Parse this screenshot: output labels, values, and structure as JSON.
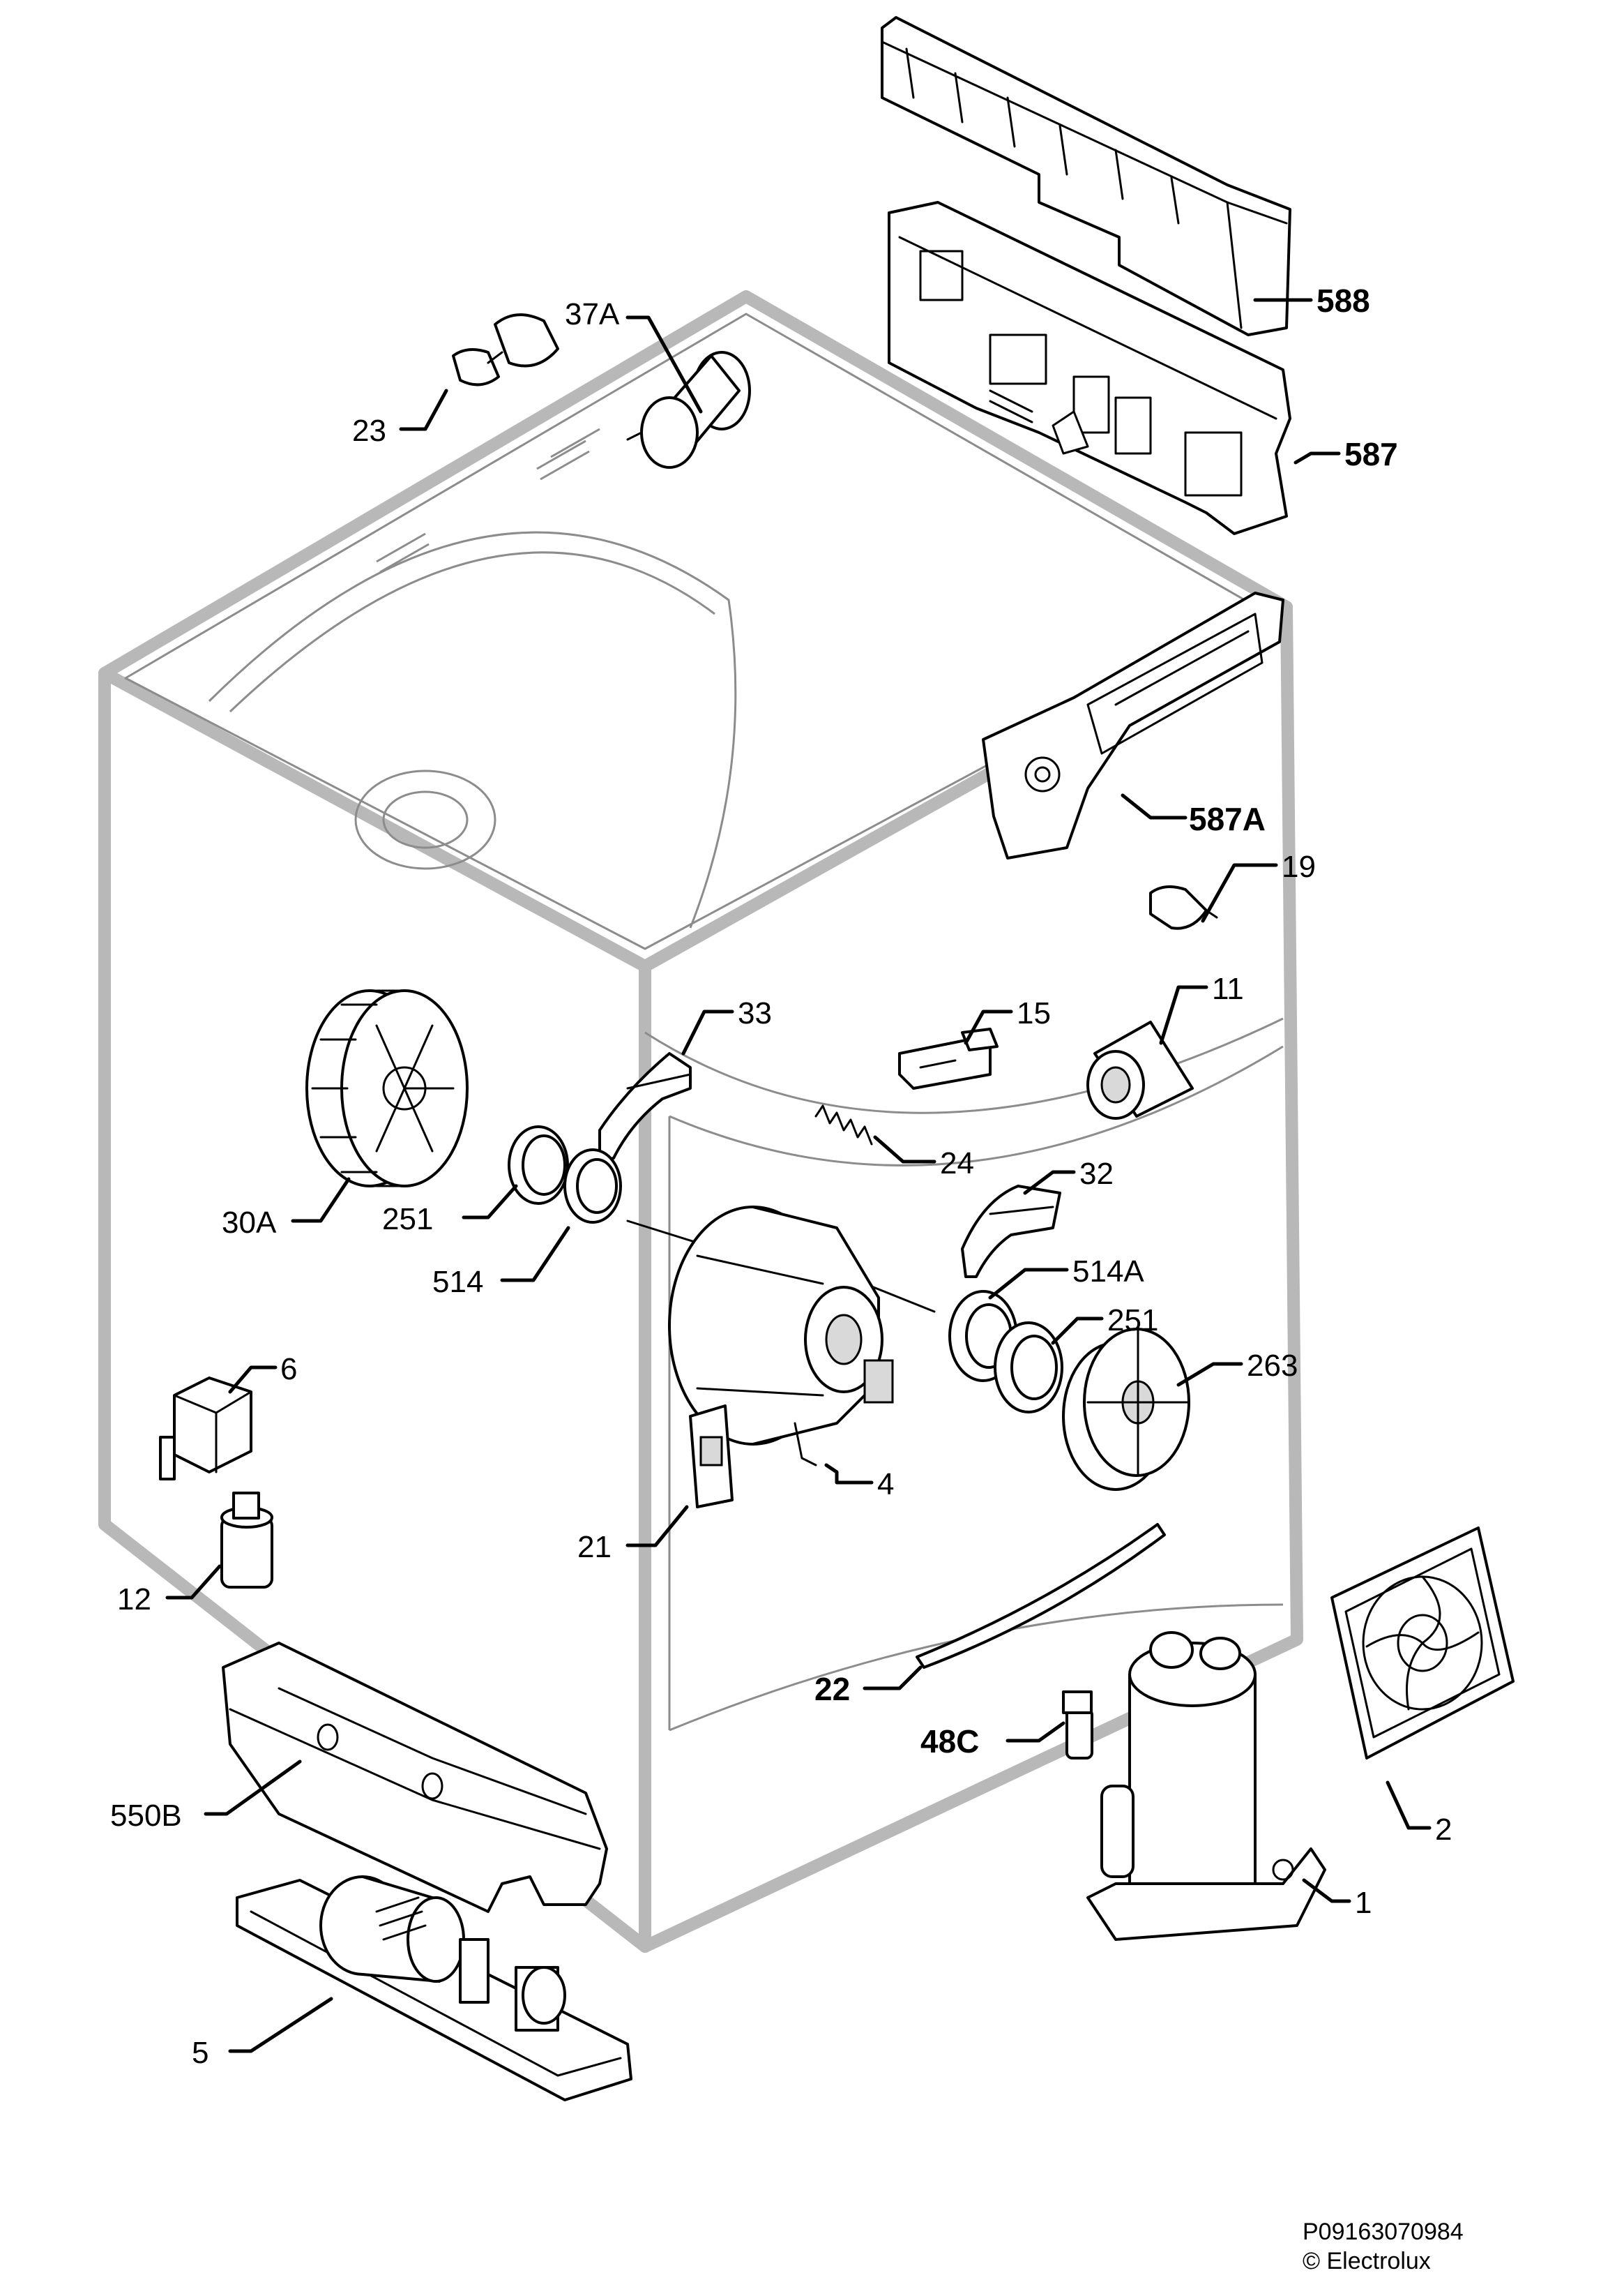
{
  "labels": {
    "l588": "588",
    "l587": "587",
    "l37A": "37A",
    "l23": "23",
    "l587A": "587A",
    "l19": "19",
    "l33": "33",
    "l15": "15",
    "l11": "11",
    "l30A": "30A",
    "l251a": "251",
    "l514": "514",
    "l24": "24",
    "l32": "32",
    "l514A": "514A",
    "l251b": "251",
    "l263": "263",
    "l6": "6",
    "l4": "4",
    "l21": "21",
    "l12": "12",
    "l22": "22",
    "l48C": "48C",
    "l2": "2",
    "l550B": "550B",
    "l1": "1",
    "l5": "5"
  },
  "footer": {
    "code": "P09163070984",
    "copyright": "© Electrolux"
  }
}
